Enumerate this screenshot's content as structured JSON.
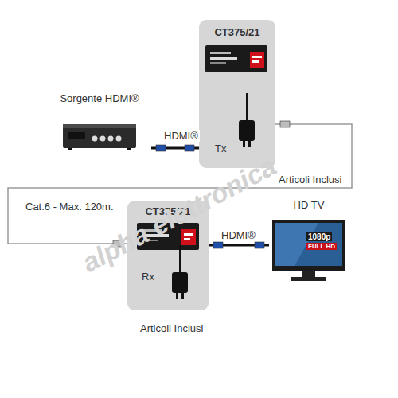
{
  "diagram": {
    "nodes": [
      {
        "text": [
          "Sorgente HDMI®"
        ]
      },
      {
        "text": [
          "CT375/21",
          "Tx"
        ]
      },
      {
        "text": [
          "CT375/21",
          "Rx"
        ]
      },
      {
        "text": [
          "HD TV"
        ]
      }
    ],
    "edges": [
      {
        "from": 0,
        "to": 1,
        "label": "HDMI®",
        "arrow": "none"
      },
      {
        "from": 1,
        "to": 2,
        "label": "Cat.6 - Max. 120m.",
        "arrow": "none"
      },
      {
        "from": 2,
        "to": 3,
        "label": "HDMI®",
        "arrow": "none"
      }
    ],
    "labels": [
      "Articoli Inclusi",
      "Articoli Inclusi",
      "1080p",
      "FULL HD",
      "alpha elettronica"
    ]
  }
}
